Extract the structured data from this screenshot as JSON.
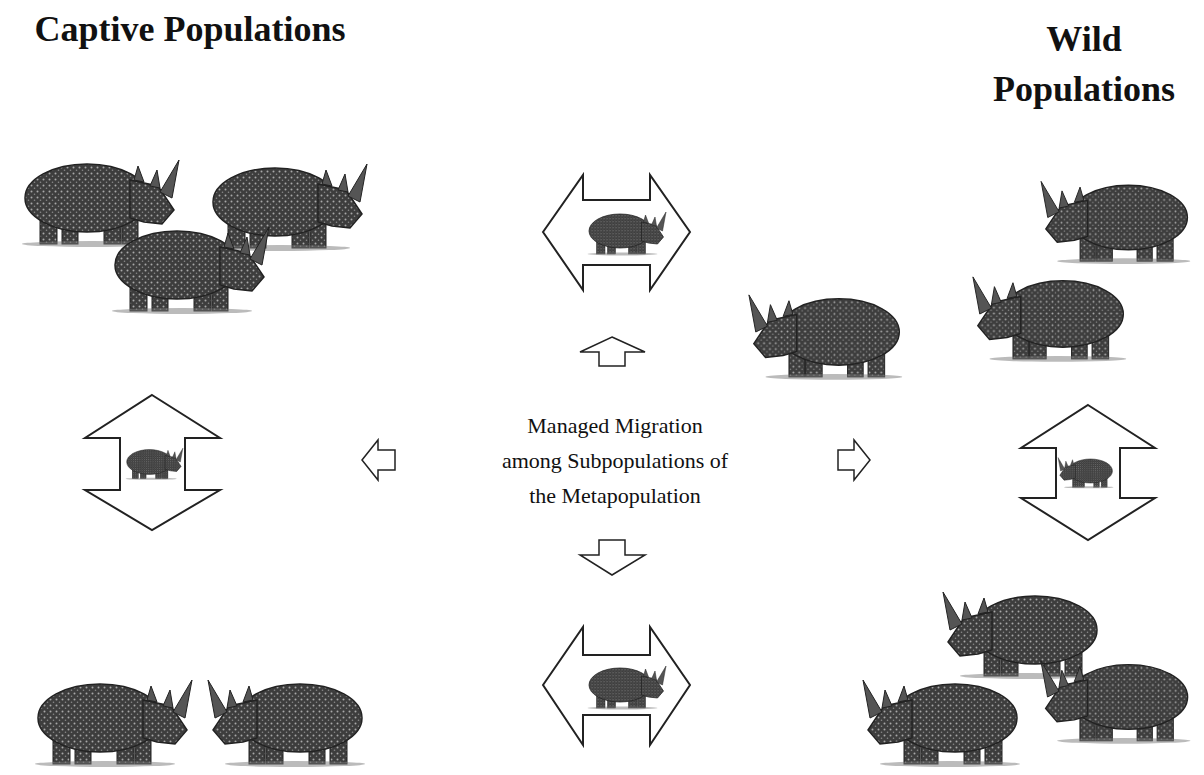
{
  "diagram": {
    "labels": [
      "Captive Populations",
      "Wild Populations",
      "Managed Migration among Subpopulations of the Metapopulation"
    ]
  }
}
